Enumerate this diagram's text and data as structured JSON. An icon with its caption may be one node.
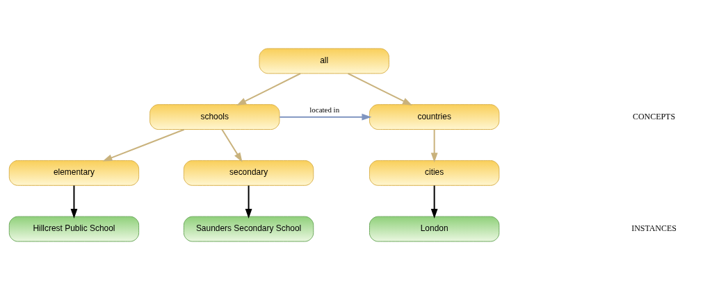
{
  "diagram": {
    "nodes": [
      {
        "text": [
          "all"
        ]
      },
      {
        "text": [
          "schools"
        ]
      },
      {
        "text": [
          "countries"
        ]
      },
      {
        "text": [
          "elementary"
        ]
      },
      {
        "text": [
          "secondary"
        ]
      },
      {
        "text": [
          "cities"
        ]
      },
      {
        "text": [
          "Hillcrest Public School"
        ]
      },
      {
        "text": [
          "Saunders Secondary School"
        ]
      },
      {
        "text": [
          "London"
        ]
      }
    ],
    "edges": [
      {
        "from": 0,
        "to": 1,
        "arrow": "to"
      },
      {
        "from": 0,
        "to": 2,
        "arrow": "to"
      },
      {
        "from": 1,
        "to": 2,
        "arrow": "to",
        "label": "located in",
        "color": "#7f95c0"
      },
      {
        "from": 1,
        "to": 3,
        "arrow": "to"
      },
      {
        "from": 1,
        "to": 4,
        "arrow": "to"
      },
      {
        "from": 2,
        "to": 5,
        "arrow": "to"
      },
      {
        "from": 3,
        "to": 6,
        "arrow": "to",
        "color": "#000000"
      },
      {
        "from": 4,
        "to": 7,
        "arrow": "to",
        "color": "#000000"
      },
      {
        "from": 5,
        "to": 8,
        "arrow": "to",
        "color": "#000000"
      }
    ],
    "labels": [
      "CONCEPTS",
      "INSTANCES"
    ]
  }
}
